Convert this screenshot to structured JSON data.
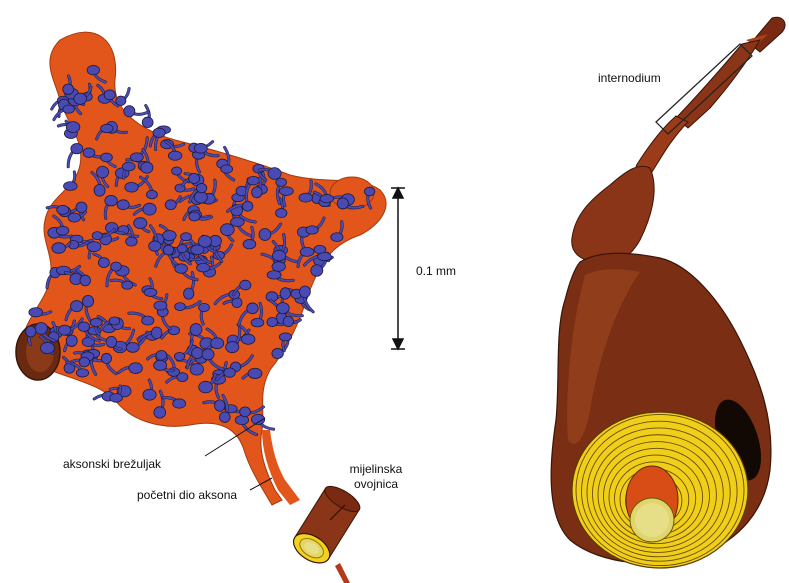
{
  "labels": {
    "internodium": "internodium",
    "scale": "0.1 mm",
    "axon_hillock": "aksonski brežuljak",
    "initial_segment": "početni dio aksona",
    "myelin_line1": "mijelinska",
    "myelin_line2": "ovojnica"
  },
  "colors": {
    "neuron_body": "#e2561c",
    "synaptic_boutons": "#4a4ab5",
    "myelin_sheath": "#f2d21e",
    "axon_outer": "#7a2a12",
    "axon_core": "#e0d56a"
  }
}
